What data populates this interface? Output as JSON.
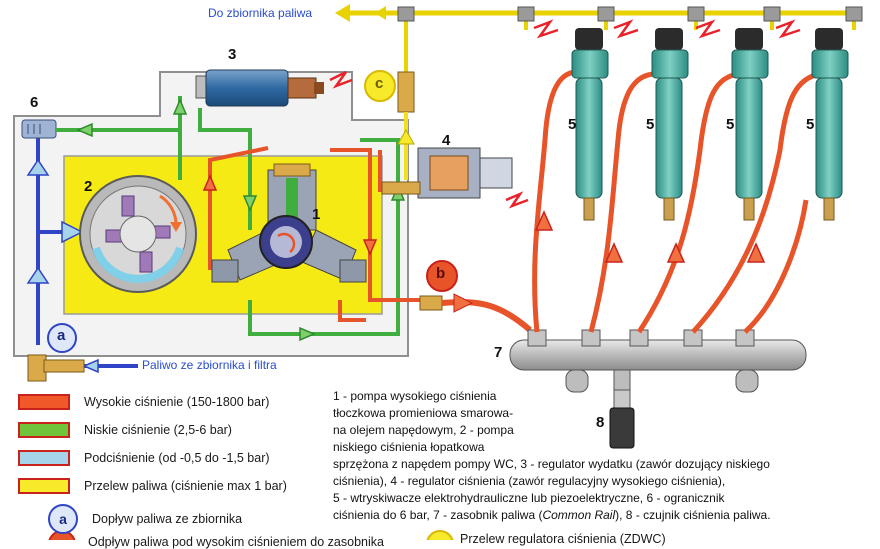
{
  "labels": {
    "tank_return": "Do zbiornika paliwa",
    "fuel_in": "Paliwo ze zbiornika i filtra",
    "n1": "1",
    "n2": "2",
    "n3": "3",
    "n4": "4",
    "n5": "5",
    "n6": "6",
    "n7": "7",
    "n8": "8",
    "a": "a",
    "b": "b",
    "c": "c"
  },
  "legend": [
    {
      "text": "Wysokie ciśnienie (150-1800 bar)",
      "fill": "#f0582a",
      "border": "#c9221a"
    },
    {
      "text": "Niskie ciśnienie (2,5-6 bar)",
      "fill": "#6fc43a",
      "border": "#c9221a"
    },
    {
      "text": "Podciśnienie (od -0,5 do -1,5 bar)",
      "fill": "#a7d3ea",
      "border": "#c9221a"
    },
    {
      "text": "Przelew paliwa (ciśnienie max 1 bar)",
      "fill": "#f6ea2a",
      "border": "#c9221a"
    }
  ],
  "legend_circle_a": {
    "letter": "a",
    "text": "Dopływ paliwa ze zbiornika"
  },
  "bottom_partial": {
    "b_text": "Odpływ paliwa pod wysokim ciśnieniem do zasobnika",
    "c_text": "Przelew regulatora ciśnienia (ZDWC)"
  },
  "description": {
    "l1": "1 - pompa wysokiego ciśnienia",
    "l2": "tłoczkowa promieniowa smarowa-",
    "l3": "na olejem napędowym, 2 - pompa",
    "l4": "niskiego ciśnienia łopatkowa",
    "l5": "sprzężona z napędem pompy WC,  3 - regulator wydatku (zawór dozujący niskiego",
    "l6": "ciśnienia), 4 - regulator ciśnienia (zawór regulacyjny wysokiego ciśnienia),",
    "l7": "5 - wtryskiwacze elektrohydrauliczne lub piezoelektryczne, 6 - ogranicznik",
    "l8a": "ciśnienia do 6 bar, 7 - zasobnik paliwa (",
    "l8b": "Common Rail",
    "l8c": "), 8 - czujnik ciśnienia paliwa."
  },
  "colors": {
    "high": "#e8542a",
    "low": "#3fae3f",
    "vacuum": "#2f44c7",
    "overflow": "#f0e020",
    "injector": "#3aa59a",
    "pump_housing": "#f3f3f3"
  }
}
